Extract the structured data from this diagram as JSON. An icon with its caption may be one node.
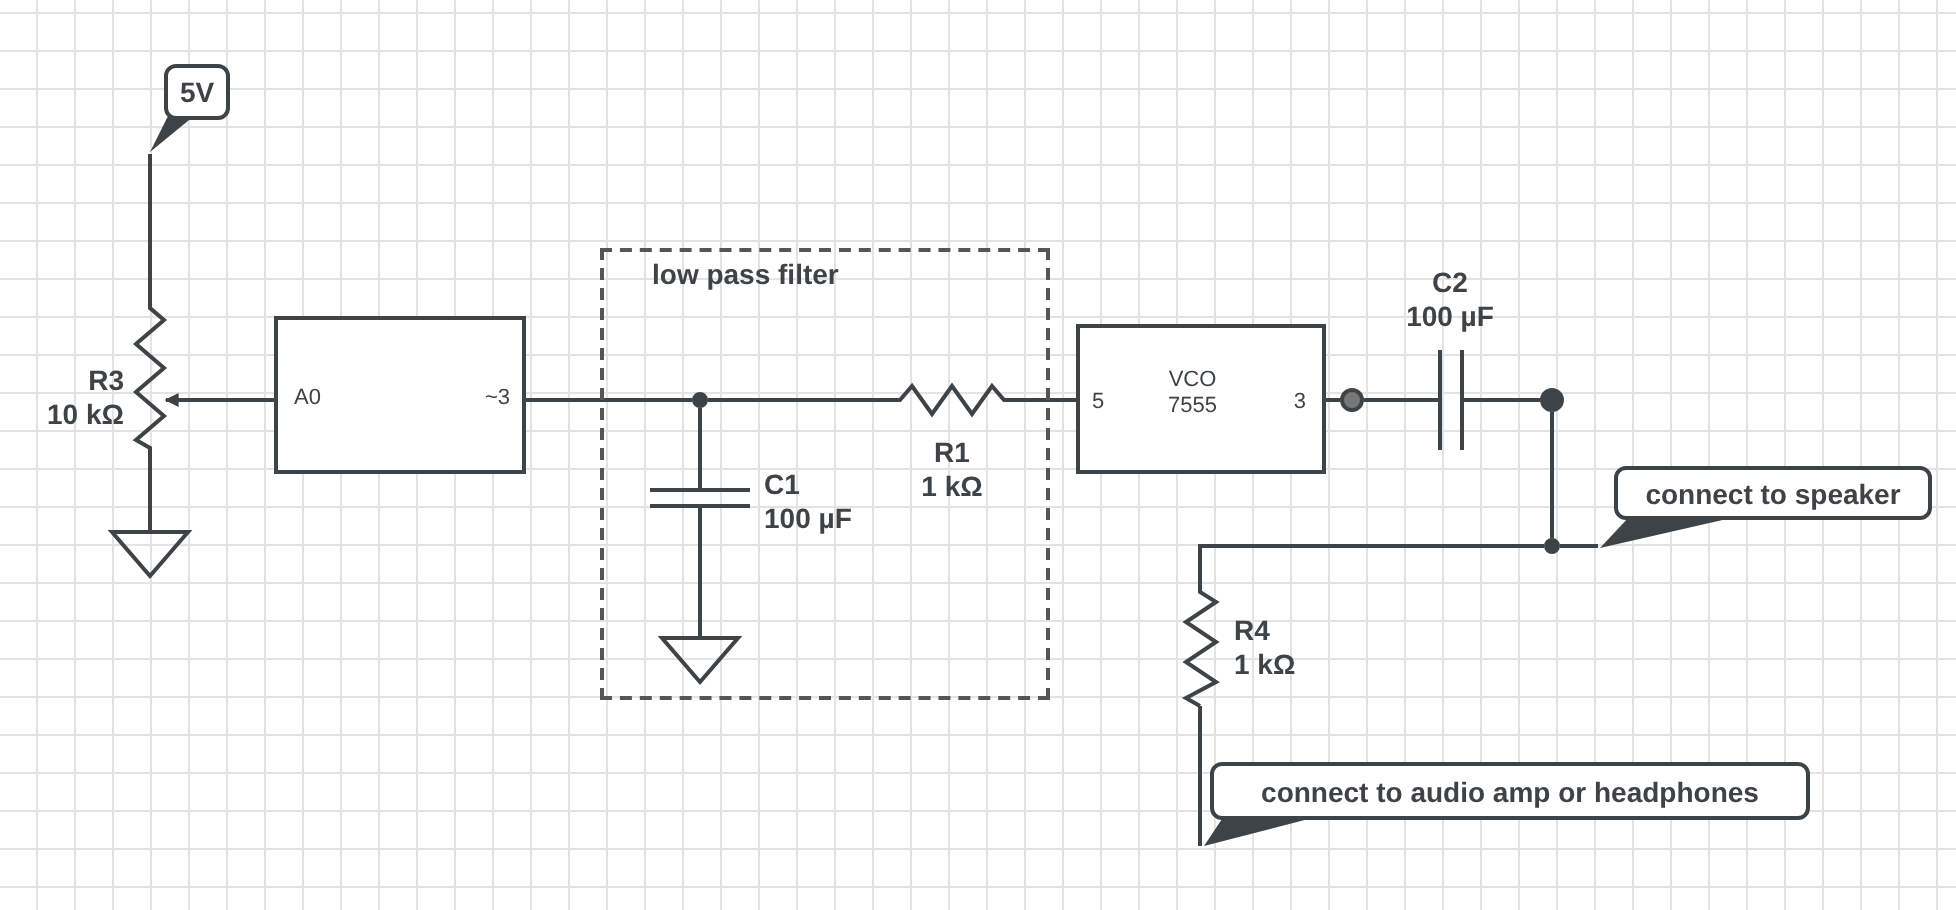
{
  "diagram": {
    "nodes": [
      {
        "text": [
          "5V"
        ]
      },
      {
        "text": [],
        "shape": "picture",
        "beside": [
          "R3 10 kΩ"
        ]
      },
      {
        "text": [],
        "shape": "picture"
      },
      {
        "text": [
          "A0",
          "~3"
        ]
      },
      {
        "text": [
          "low pass filter"
        ]
      },
      {
        "text": [],
        "shape": "circle",
        "in": 4
      },
      {
        "text": [],
        "shape": "picture",
        "in": 4,
        "beside": [
          "C1 100 µF"
        ]
      },
      {
        "text": [],
        "shape": "picture",
        "in": 4
      },
      {
        "text": [],
        "shape": "picture",
        "in": 4,
        "beside": [
          "R1 1 kΩ"
        ]
      },
      {
        "text": [
          "5",
          "VCO 7555",
          "3"
        ]
      },
      {
        "text": [],
        "shape": "circle"
      },
      {
        "text": [],
        "shape": "picture",
        "beside": [
          "C2 100 µF"
        ]
      },
      {
        "text": [],
        "shape": "circle"
      },
      {
        "text": [],
        "shape": "circle"
      },
      {
        "text": [
          "connect to speaker"
        ]
      },
      {
        "text": [],
        "shape": "picture",
        "beside": [
          "R4 1 kΩ"
        ]
      },
      {
        "text": [
          "connect to audio amp or headphones"
        ]
      }
    ],
    "edges": [
      {
        "from": 0,
        "to": 1,
        "arrow": "none"
      },
      {
        "from": 3,
        "to": 1,
        "arrow": "to"
      },
      {
        "from": 1,
        "to": 2,
        "arrow": "none"
      },
      {
        "from": 3,
        "to": 5,
        "arrow": "none"
      },
      {
        "from": 5,
        "to": 6,
        "arrow": "none"
      },
      {
        "from": 6,
        "to": 7,
        "arrow": "none"
      },
      {
        "from": 5,
        "to": 8,
        "arrow": "none"
      },
      {
        "from": 8,
        "to": 9,
        "arrow": "none"
      },
      {
        "from": 9,
        "to": 10,
        "arrow": "none"
      },
      {
        "from": 10,
        "to": 11,
        "arrow": "none"
      },
      {
        "from": 11,
        "to": 12,
        "arrow": "none"
      },
      {
        "from": 12,
        "to": 13,
        "arrow": "none"
      },
      {
        "from": 13,
        "to": 14,
        "arrow": "none"
      },
      {
        "from": 13,
        "to": 15,
        "arrow": "none"
      },
      {
        "from": 15,
        "to": 16,
        "arrow": "none"
      }
    ]
  }
}
